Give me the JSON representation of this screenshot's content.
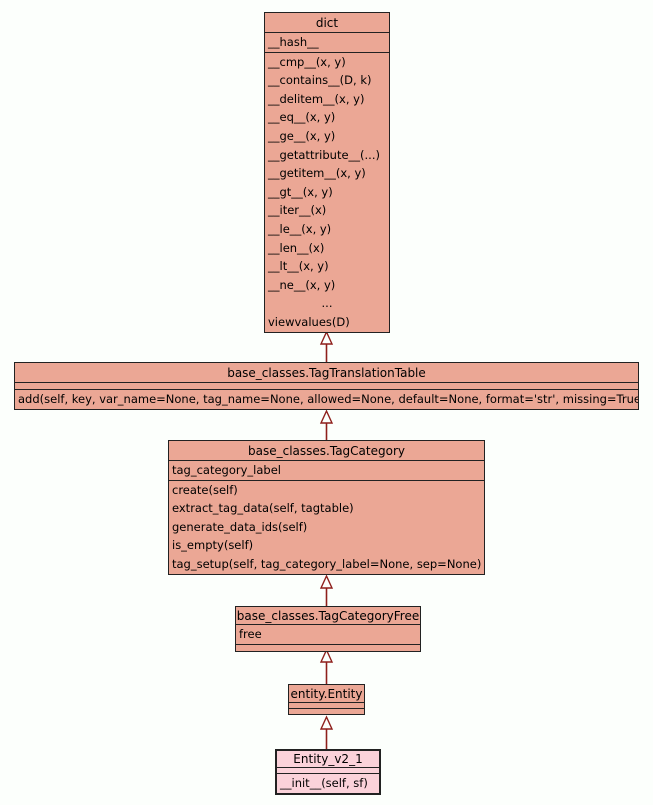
{
  "colors": {
    "canvas-bg": "#fcfffc",
    "class-fill": "#eba795",
    "class-fill-highlight": "#fbd2da",
    "border": "#222222",
    "edge": "#8e1f1b"
  },
  "classes": [
    {
      "title": "dict",
      "attributes": [
        "__hash__"
      ],
      "methods": [
        "__cmp__(x, y)",
        "__contains__(D, k)",
        "__delitem__(x, y)",
        "__eq__(x, y)",
        "__ge__(x, y)",
        "__getattribute__(...)",
        "__getitem__(x, y)",
        "__gt__(x, y)",
        "__iter__(x)",
        "__le__(x, y)",
        "__len__(x)",
        "__lt__(x, y)",
        "__ne__(x, y)",
        "...",
        "viewvalues(D)"
      ]
    },
    {
      "title": "base_classes.TagTranslationTable",
      "attributes": [],
      "methods": [
        "add(self, key, var_name=None, tag_name=None, allowed=None, default=None, format='str', missing=True)"
      ]
    },
    {
      "title": "base_classes.TagCategory",
      "attributes": [
        "tag_category_label"
      ],
      "methods": [
        "create(self)",
        "extract_tag_data(self, tagtable)",
        "generate_data_ids(self)",
        "is_empty(self)",
        "tag_setup(self, tag_category_label=None, sep=None)"
      ]
    },
    {
      "title": "base_classes.TagCategoryFree",
      "attributes": [
        "free"
      ],
      "methods": []
    },
    {
      "title": "entity.Entity",
      "attributes": [],
      "methods": []
    },
    {
      "title": "Entity_v2_1",
      "attributes": [],
      "methods": [
        "__init__(self, sf)"
      ]
    }
  ],
  "relationships": [
    {
      "from": "base_classes.TagTranslationTable",
      "to": "dict",
      "type": "inheritance"
    },
    {
      "from": "base_classes.TagCategory",
      "to": "base_classes.TagTranslationTable",
      "type": "inheritance"
    },
    {
      "from": "base_classes.TagCategoryFree",
      "to": "base_classes.TagCategory",
      "type": "inheritance"
    },
    {
      "from": "entity.Entity",
      "to": "base_classes.TagCategoryFree",
      "type": "inheritance"
    },
    {
      "from": "Entity_v2_1",
      "to": "entity.Entity",
      "type": "inheritance"
    }
  ]
}
